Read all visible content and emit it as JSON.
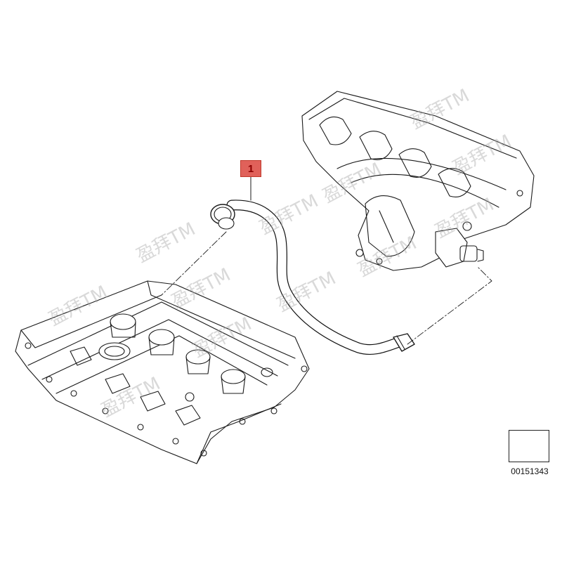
{
  "diagram": {
    "callout_label": "1",
    "reference_number": "00151343",
    "watermark_text": "盈拜TM",
    "accent_color": "#e0615a"
  }
}
